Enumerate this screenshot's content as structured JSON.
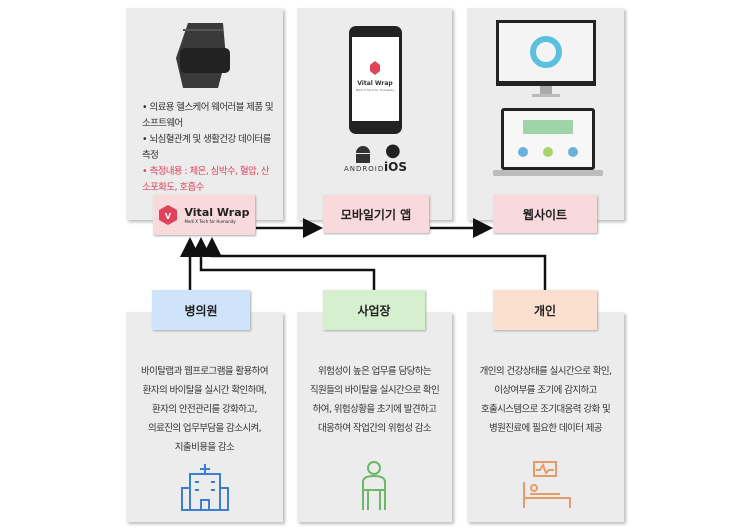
{
  "top": {
    "device": {
      "features": [
        "의료용 헬스케어 웨어러블 제품 및 소프트웨어",
        "뇌심혈관계 및 생활건강 데이터를 측정"
      ],
      "measure": "측정내용 : 체온, 심박수, 혈압, 산소포화도, 호흡수",
      "label": "Vital Wrap",
      "tagline": "Medi X Tech for Humanity"
    },
    "mobile": {
      "label": "모바일기기 앱",
      "screen_brand": "Vital Wrap",
      "screen_tagline": "Medi X Tech for Humanity",
      "android": "ANDROID",
      "ios": "iOS"
    },
    "web": {
      "label": "웹사이트"
    }
  },
  "bottom": [
    {
      "label": "병의원",
      "desc": [
        "바이탈랩과 웹프로그램을 활용하여",
        "환자의 바이탈을 실시간 확인하며,",
        "환자의 안전관리를 강화하고,",
        "의료진의 업무부담을 감소시켜,",
        "지출비용을 감소"
      ]
    },
    {
      "label": "사업장",
      "desc": [
        "위험성이 높은 업무를 담당하는",
        "직원들의 바이탈을 실시간으로 확인",
        "하여, 위험상황을 초기에 발견하고",
        "대응하여 작업간의 위험성 감소"
      ]
    },
    {
      "label": "개인",
      "desc": [
        "개인의 건강상태를 실시간으로 확인,",
        "이상여부를 조기에 감지하고",
        "호출시스템으로 조기대응력 강화 및",
        "병원진료에 필요한 데이터 제공"
      ]
    }
  ],
  "colors": {
    "accent": "#e0425a",
    "icon_blue": "#3b7fd0",
    "icon_green": "#6bb86b",
    "icon_orange": "#e79a6a"
  }
}
